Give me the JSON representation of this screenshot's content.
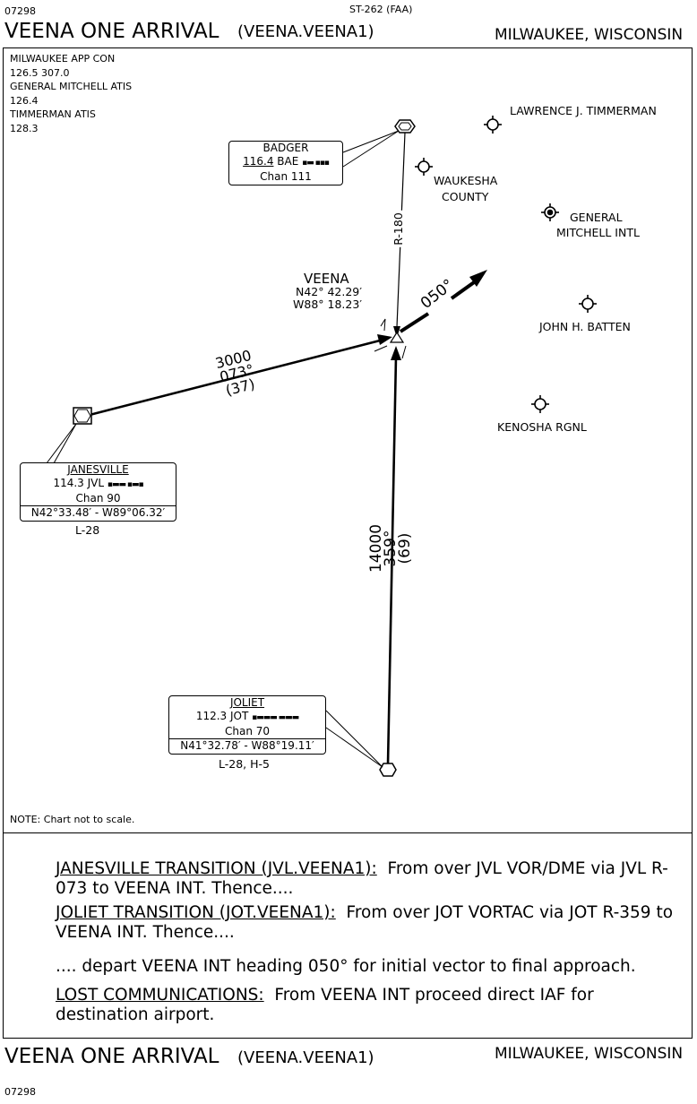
{
  "header": {
    "chart_number": "07298",
    "chart_id": "ST-262 (FAA)",
    "title": "VEENA ONE ARRIVAL",
    "computer_code": "(VEENA.VEENA1)",
    "location": "MILWAUKEE, WISCONSIN"
  },
  "comms": {
    "line1": "MILWAUKEE APP CON",
    "line2": "126.5  307.0",
    "line3": "GENERAL MITCHELL ATIS",
    "line4": "126.4",
    "line5": "TIMMERMAN ATIS",
    "line6": "128.3"
  },
  "badger": {
    "name": "BADGER",
    "freq": "116.4",
    "ident": "BAE",
    "chan": "Chan 111",
    "radial": "R-180"
  },
  "veena": {
    "name": "VEENA",
    "lat": "N42° 42.29′",
    "lon": "W88° 18.23′",
    "heading": "050°"
  },
  "janesville": {
    "name": "JANESVILLE",
    "freq": "114.3",
    "ident": "JVL",
    "chan": "Chan 90",
    "coords": "N42°33.48′ - W89°06.32′",
    "chart_ref": "L-28",
    "altitude": "3000",
    "course": "073°",
    "distance": "(37)"
  },
  "joliet": {
    "name": "JOLIET",
    "freq": "112.3",
    "ident": "JOT",
    "chan": "Chan 70",
    "coords": "N41°32.78′ - W88°19.11′",
    "chart_ref": "L-28, H-5",
    "altitude": "14000",
    "course": "359°",
    "distance": "(69)"
  },
  "airports": {
    "timmerman": "LAWRENCE J. TIMMERMAN",
    "waukesha_1": "WAUKESHA",
    "waukesha_2": "COUNTY",
    "mitchell_1": "GENERAL",
    "mitchell_2": "MITCHELL INTL",
    "batten": "JOHN H. BATTEN",
    "kenosha": "KENOSHA RGNL"
  },
  "note": "NOTE: Chart not to scale.",
  "procedure": {
    "jvl_title": "JANESVILLE TRANSITION (JVL.VEENA1):",
    "jvl_text": "From over JVL VOR/DME via JVL R-073 to VEENA INT. Thence....",
    "jot_title": "JOLIET TRANSITION (JOT.VEENA1):",
    "jot_text": "From over JOT VORTAC via JOT R-359 to VEENA INT. Thence....",
    "depart_text": ".... depart VEENA INT heading 050° for initial vector to final approach.",
    "lost_title": "LOST COMMUNICATIONS:",
    "lost_text": "From VEENA INT proceed direct IAF for destination airport."
  },
  "footer": {
    "title": "VEENA ONE ARRIVAL",
    "computer_code": "(VEENA.VEENA1)",
    "location": "MILWAUKEE, WISCONSIN",
    "chart_number": "07298"
  }
}
